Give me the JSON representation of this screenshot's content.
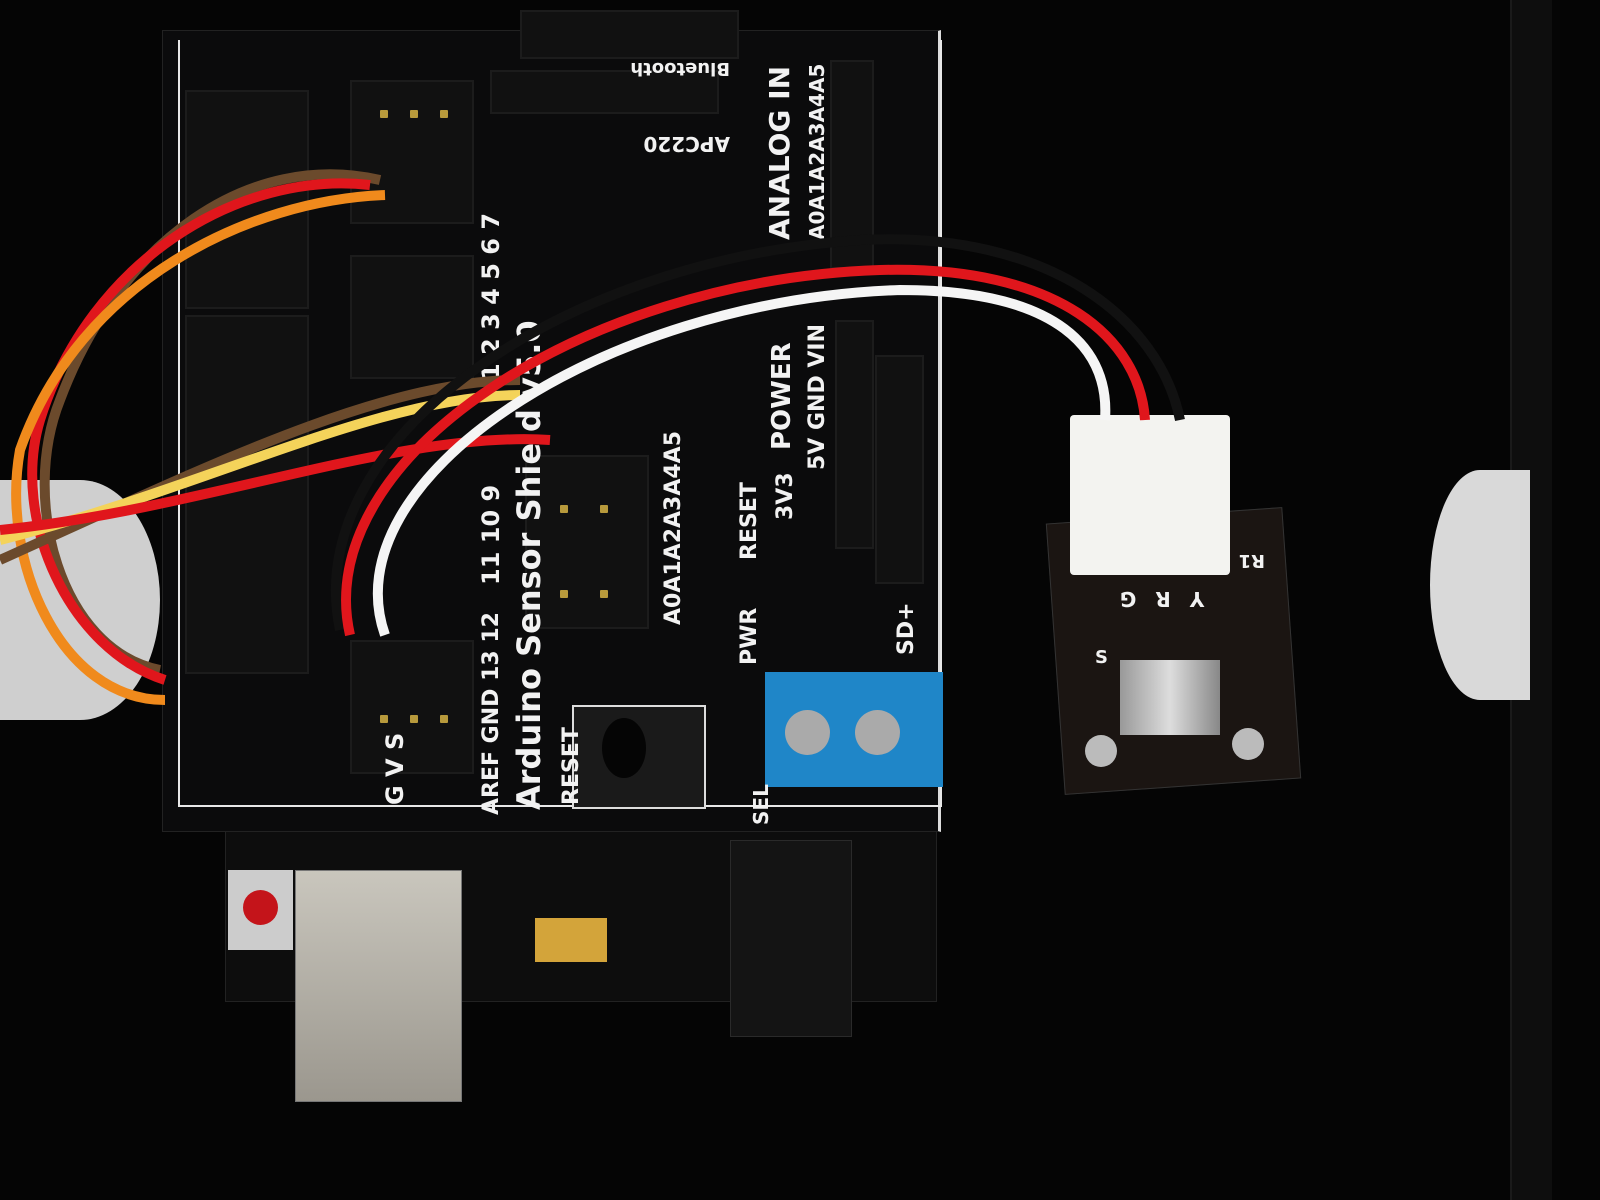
{
  "scene": {
    "board_labels": {
      "bluetooth": "Bluetooth",
      "apc220": "APC220",
      "analog_in": "ANALOG IN",
      "analog_pins": "A0A1A2A3A4A5",
      "power": "POWER",
      "power_pins": "5V GND VIN",
      "v33": "3V3",
      "reset_pin": "RESET",
      "pwr_led": "PWR",
      "sd": "SD+",
      "sel": "SEL",
      "title": "Arduino Sensor Shield v5.0",
      "digital_top": "1 2 3 4 5 6 7",
      "digital_mid": "11 10 9",
      "digital_bottom": "AREF GND 13 12",
      "gvs": "G V S",
      "reset_button": "RESET",
      "analog_bottom": "A0A1A2A3A4A5"
    },
    "sensor_labels": {
      "r1": "R1",
      "pins": "Y R G",
      "s": "S"
    },
    "colors": {
      "board": "#0b0b0c",
      "terminal": "#1f86c8",
      "connector": "#f3f3f0",
      "wire_red": "#e0161c",
      "wire_orange": "#f08a1c",
      "wire_brown": "#6b4a2c",
      "wire_yellow": "#f4d35a",
      "wire_white": "#f5f5f5",
      "wire_black": "#111111"
    }
  }
}
